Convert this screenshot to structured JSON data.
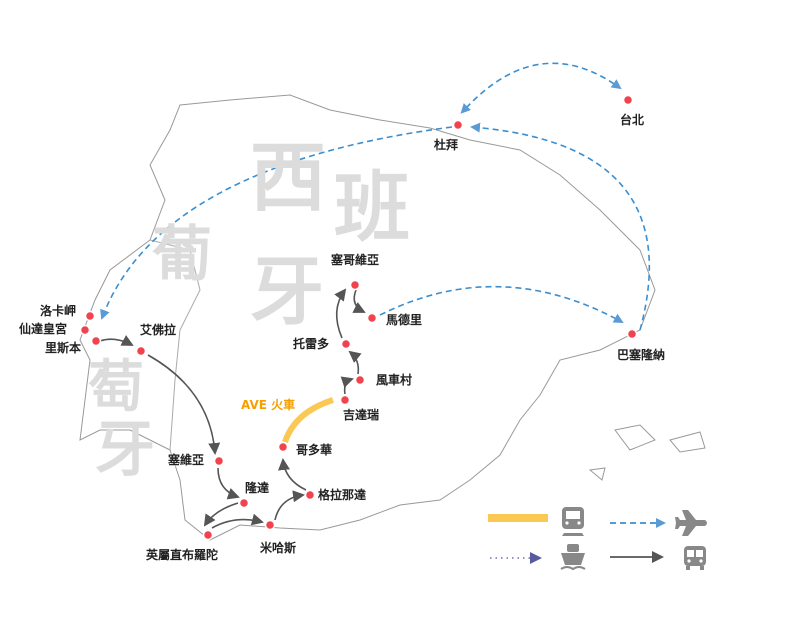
{
  "countries": {
    "spain": [
      "西",
      "班",
      "牙"
    ],
    "portugal": [
      "葡",
      "萄",
      "牙"
    ]
  },
  "cities": {
    "taipei": "台北",
    "dubai": "杜拜",
    "segovia": "塞哥維亞",
    "madrid": "馬德里",
    "toledo": "托雷多",
    "consuegra": "風車村",
    "jidarui": "吉達瑞",
    "cordoba": "哥多華",
    "granada": "格拉那達",
    "mijas": "米哈斯",
    "gibraltar": "英屬直布羅陀",
    "ronda": "隆達",
    "seville": "塞維亞",
    "evora": "艾佛拉",
    "lisbon": "里斯本",
    "sintra": "仙達皇宮",
    "cabo_da_roca": "洛卡岬",
    "barcelona": "巴塞隆納"
  },
  "route_labels": {
    "ave": "AVE 火車"
  },
  "legend": [
    {
      "icon": "train-icon",
      "style": "thick-yellow"
    },
    {
      "icon": "airplane-icon",
      "style": "dashed-blue"
    },
    {
      "icon": "ship-icon",
      "style": "dotted-purple"
    },
    {
      "icon": "bus-icon",
      "style": "solid-gray"
    }
  ],
  "colors": {
    "flight": "#3b8fd0",
    "train": "#fbc853",
    "bus": "#555555",
    "ship": "#7b72b0",
    "city": "#f0434d",
    "ave": "#f5a000"
  }
}
